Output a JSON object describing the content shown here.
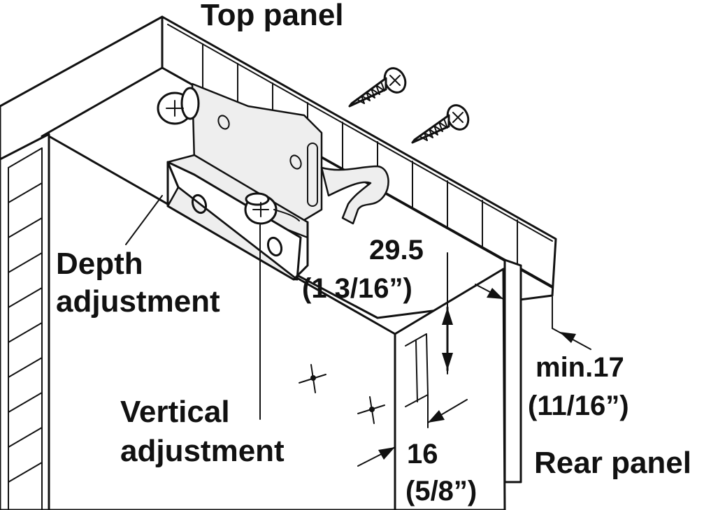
{
  "labels": {
    "top_panel": "Top panel",
    "depth_line1": "Depth",
    "depth_line2": "adjustment",
    "vertical_line1": "Vertical",
    "vertical_line2": "adjustment",
    "rear_panel": "Rear panel"
  },
  "dimensions": {
    "d1_mm": "29.5",
    "d1_in": "(1 3/16”)",
    "d2_mm": "min.17",
    "d2_in": "(11/16”)",
    "d3_mm": "16",
    "d3_in": "(5/8”)"
  }
}
